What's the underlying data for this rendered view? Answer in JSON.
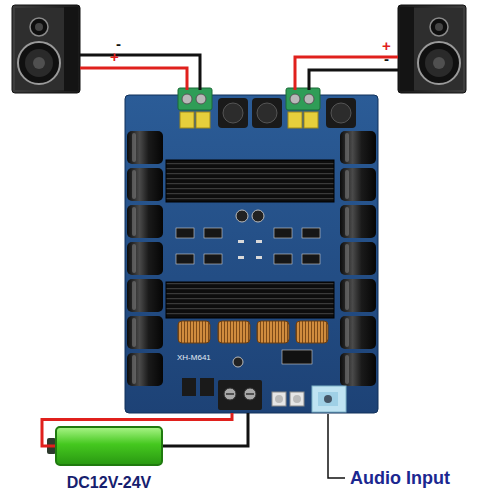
{
  "diagram": {
    "nodes": [
      {
        "text": [
          "XH-M641"
        ]
      },
      {
        "text": [
          "DC12V-24V"
        ]
      }
    ],
    "edges": [
      {
        "from": 1,
        "to": 0,
        "arrow": "none"
      },
      {
        "from": 1,
        "to": 0,
        "arrow": "none"
      }
    ],
    "labels": [
      "-",
      "+",
      "+",
      "-",
      "Audio Input"
    ]
  }
}
